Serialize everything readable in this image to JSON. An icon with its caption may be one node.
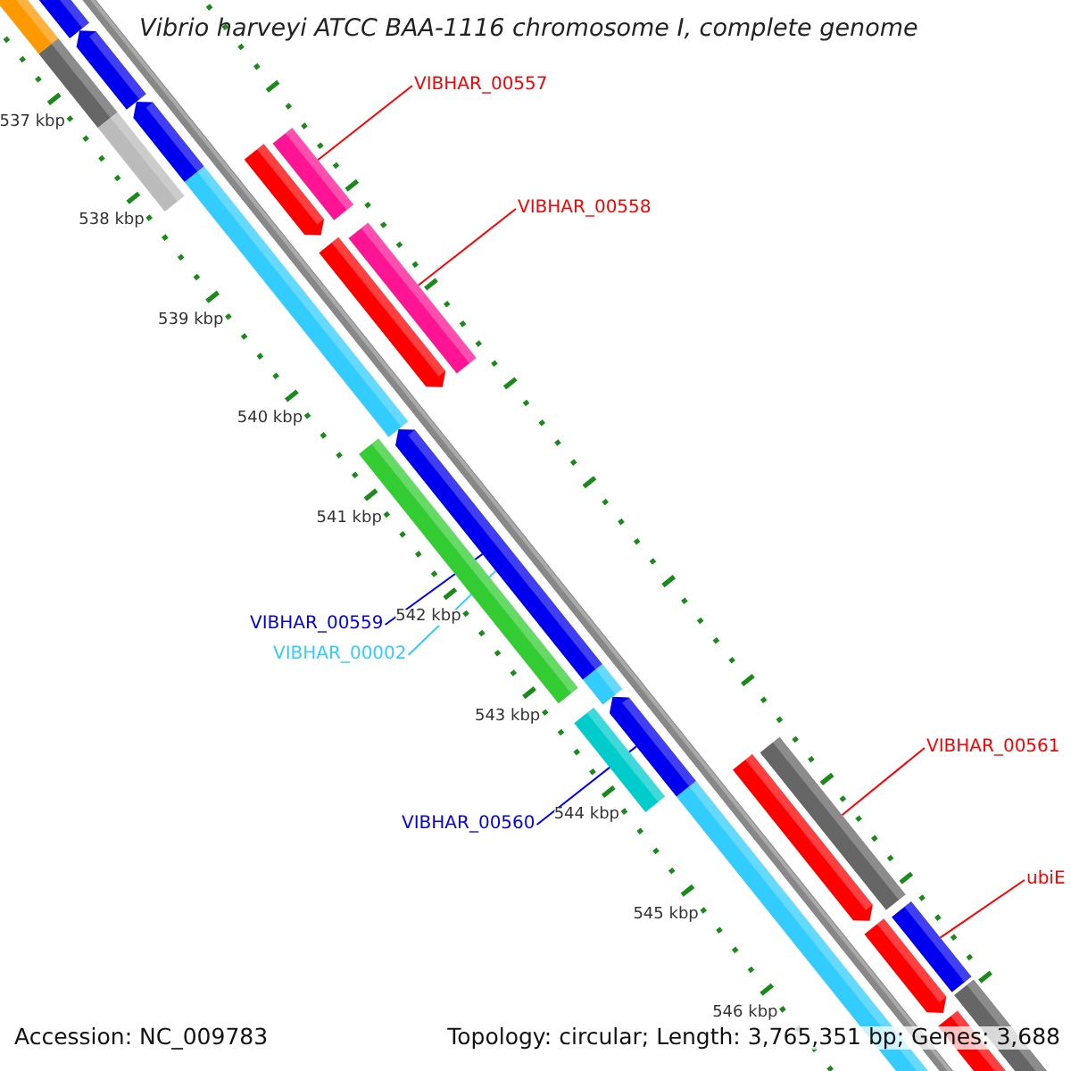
{
  "diagram": {
    "title": "Vibrio harveyi ATCC BAA-1116 chromosome I, complete genome",
    "nodes": [
      {
        "text": [
          "VIBHAR_00557"
        ]
      },
      {
        "text": [
          "VIBHAR_00558"
        ]
      },
      {
        "text": [
          "VIBHAR_00559"
        ]
      },
      {
        "text": [
          "VIBHAR_00002"
        ]
      },
      {
        "text": [
          "VIBHAR_00561"
        ]
      },
      {
        "text": [
          "VIBHAR_00560"
        ]
      },
      {
        "text": [
          "ubiE"
        ]
      },
      {
        "text": [],
        "shape": "bar"
      },
      {
        "text": [],
        "shape": "bar"
      },
      {
        "text": [],
        "shape": "bar"
      },
      {
        "text": [],
        "shape": "bar"
      },
      {
        "text": [],
        "shape": "bar"
      },
      {
        "text": [],
        "shape": "bar"
      }
    ],
    "edges": [
      {
        "from": 0,
        "to": 7,
        "arrow": "none"
      },
      {
        "from": 1,
        "to": 8,
        "arrow": "none"
      },
      {
        "from": 2,
        "to": 9,
        "arrow": "none",
        "color": "#0000ff"
      },
      {
        "from": 3,
        "to": 9,
        "arrow": "none",
        "color": "#33ccff"
      },
      {
        "from": 4,
        "to": 11,
        "arrow": "none"
      },
      {
        "from": 5,
        "to": 10,
        "arrow": "none",
        "color": "#0000ff"
      },
      {
        "from": 6,
        "to": 12,
        "arrow": "none"
      }
    ],
    "labels": [
      "537 kbp",
      "538 kbp",
      "539 kbp",
      "540 kbp",
      "541 kbp",
      "542 kbp",
      "543 kbp",
      "544 kbp",
      "545 kbp",
      "546 kbp",
      "Accession: NC_009783",
      "Topology: circular; Length: 3,765,351 bp; Genes: 3,688"
    ]
  }
}
